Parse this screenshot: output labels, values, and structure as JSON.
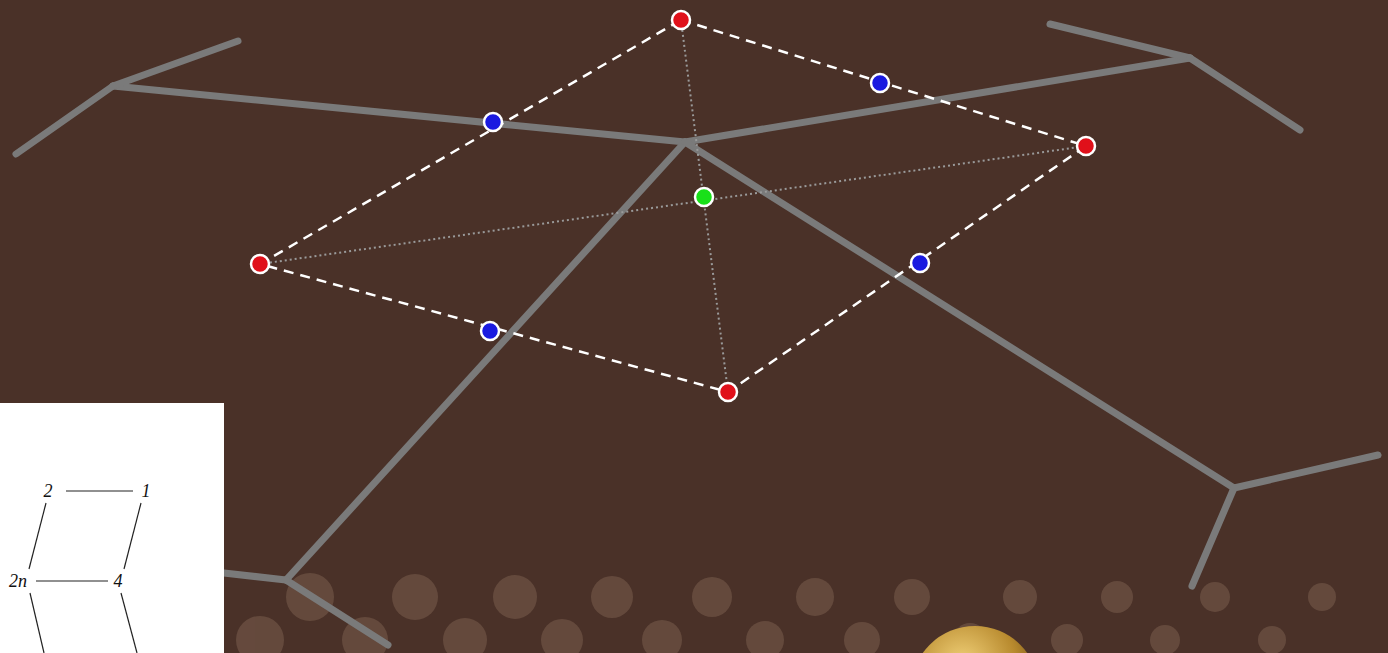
{
  "diagram": {
    "labels": [
      "2",
      "1",
      "2n",
      "4"
    ]
  }
}
